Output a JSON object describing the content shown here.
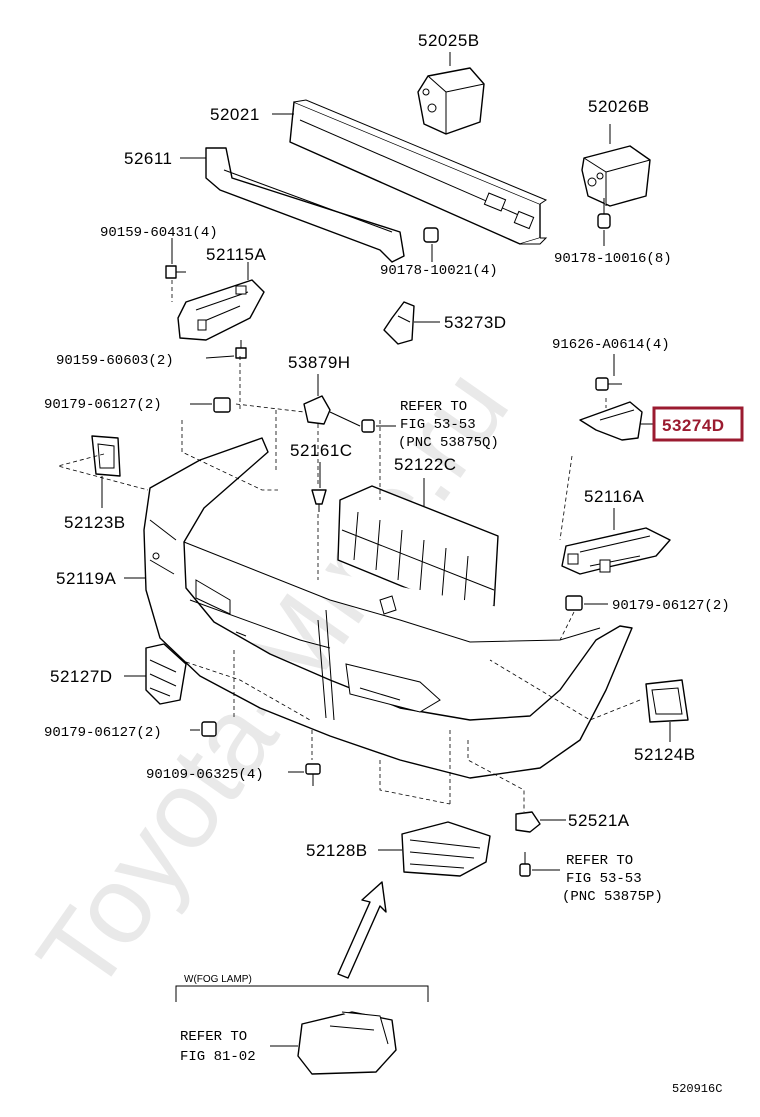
{
  "watermark": "Toyota-Mine.ru",
  "diagram_code": "520916C",
  "highlight_color": "#9b1b30",
  "labels": {
    "p52025B": "52025B",
    "p52021": "52021",
    "p52026B": "52026B",
    "p52611": "52611",
    "p90159_60431": "90159-60431(4)",
    "p52115A": "52115A",
    "p90178_10021": "90178-10021(4)",
    "p90178_10016": "90178-10016(8)",
    "p53273D": "53273D",
    "p91626_A0614": "91626-A0614(4)",
    "p90159_60603": "90159-60603(2)",
    "p53879H": "53879H",
    "p90179_06127_a": "90179-06127(2)",
    "p53274D": "53274D",
    "p52161C": "52161C",
    "p52122C": "52122C",
    "p52123B": "52123B",
    "p52116A": "52116A",
    "p52119A": "52119A",
    "p90179_06127_b": "90179-06127(2)",
    "p52127D": "52127D",
    "p90179_06127_c": "90179-06127(2)",
    "p52124B": "52124B",
    "p90109_06325": "90109-06325(4)",
    "p52521A": "52521A",
    "p52128B": "52128B"
  },
  "refs": {
    "ref1": [
      "REFER TO",
      "FIG 53-53",
      "(PNC 53875Q)"
    ],
    "ref2": [
      "REFER TO",
      "FIG 53-53",
      "(PNC 53875P)"
    ],
    "ref3": [
      "REFER TO",
      "FIG 81-02"
    ]
  },
  "fog_lamp_box_label": "W(FOG LAMP)"
}
